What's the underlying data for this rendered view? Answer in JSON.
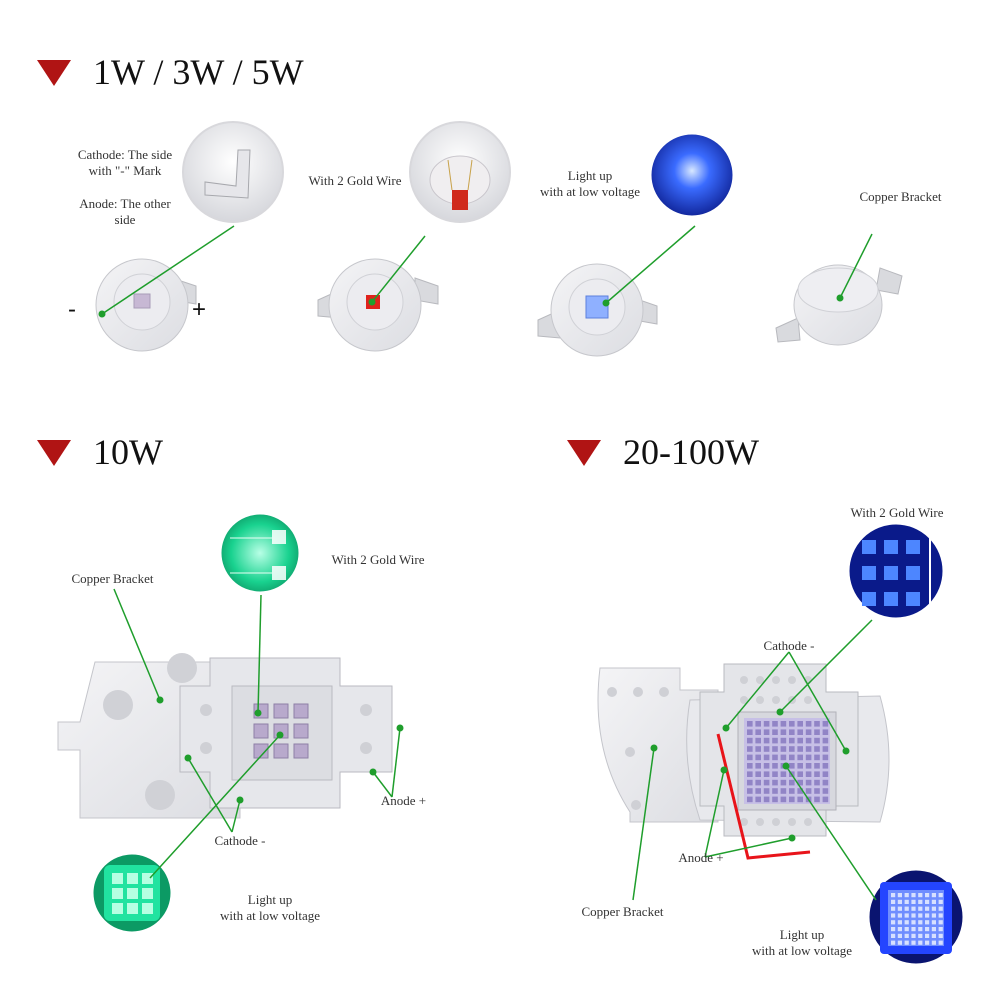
{
  "colors": {
    "accent_red": "#b01414",
    "leader_green": "#1f9e2c",
    "blue_light": "#1a3cff",
    "green_light": "#1fd996"
  },
  "sections": {
    "small": {
      "heading": "1W / 3W / 5W"
    },
    "ten": {
      "heading": "10W"
    },
    "high": {
      "heading": "20-100W"
    }
  },
  "small_labels": {
    "cathode": "Cathode: The side",
    "cathode_mark": "with \"-\" Mark",
    "anode": "Anode: The other",
    "anode_side": "side",
    "minus": "-",
    "plus": "+",
    "gold_wire": "With 2 Gold Wire",
    "light_up": "Light up",
    "low_voltage": "with at low voltage",
    "copper": "Copper Bracket"
  },
  "ten_labels": {
    "copper": "Copper Bracket",
    "gold_wire": "With 2 Gold Wire",
    "anode": "Anode +",
    "cathode": "Cathode -",
    "light_up": "Light up",
    "low_voltage": "with at low voltage"
  },
  "high_labels": {
    "gold_wire": "With 2 Gold Wire",
    "cathode": "Cathode -",
    "anode": "Anode +",
    "copper": "Copper Bracket",
    "light_up": "Light up",
    "low_voltage": "with at low voltage"
  }
}
